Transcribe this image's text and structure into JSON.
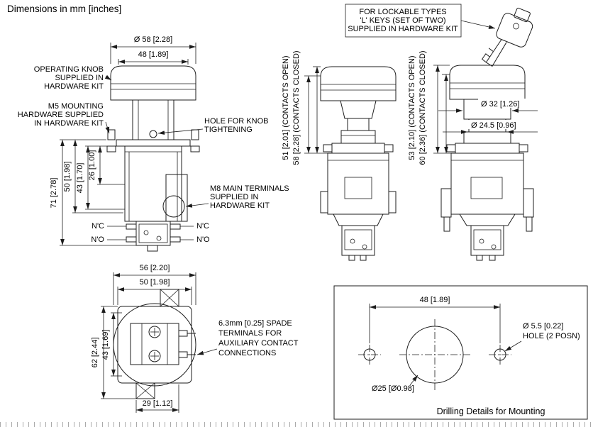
{
  "title": "Dimensions in mm [inches]",
  "front_view": {
    "dim_diameter_58": "Ø 58 [2.28]",
    "dim_width_48": "48 [1.89]",
    "operating_knob_label": [
      "OPERATING KNOB",
      "SUPPLIED IN",
      "HARDWARE KIT"
    ],
    "m5_label": [
      "M5 MOUNTING",
      "HARDWARE SUPPLIED",
      "IN HARDWARE KIT"
    ],
    "knob_hole_label": [
      "HOLE FOR KNOB",
      "TIGHTENING"
    ],
    "m8_label": [
      "M8 MAIN TERMINALS",
      "SUPPLIED IN",
      "HARDWARE KIT"
    ],
    "dim_26": "26 [1.00]",
    "dim_43": "43 [1.70]",
    "dim_50": "50 [1.98]",
    "dim_71": "71 [2.78]",
    "terminal_nc_left": "N'C",
    "terminal_no_left": "N'O",
    "terminal_nc_right": "N'C",
    "terminal_no_right": "N'O"
  },
  "side_view": {
    "dim_51": "51 [2.01] (CONTACTS OPEN)",
    "dim_58": "58 [2.28] (CONTACTS CLOSED)"
  },
  "lockable_view": {
    "lockable_label": [
      "FOR LOCKABLE TYPES",
      "'L' KEYS (SET OF TWO)",
      "SUPPLIED IN HARDWARE KIT"
    ],
    "dim_53": "53 [2.10] (CONTACTS OPEN)",
    "dim_60": "60 [2.36] (CONTACTS CLOSED)",
    "dim_diameter_32": "Ø 32 [1.26]",
    "dim_diameter_24_5": "Ø 24.5 [0.96]"
  },
  "bottom_view": {
    "dim_56": "56 [2.20]",
    "dim_50": "50 [1.98]",
    "dim_62": "62 [2.44]",
    "dim_43": "43 [1.69]",
    "dim_29": "29 [1.12]",
    "spade_label": [
      "6.3mm [0.25] SPADE",
      "TERMINALS FOR",
      "AUXILIARY CONTACT",
      "CONNECTIONS"
    ]
  },
  "drilling_panel": {
    "dim_48": "48 [1.89]",
    "hole_label": [
      "Ø 5.5 [0.22]",
      "HOLE (2 POSN)"
    ],
    "dim_diameter_25": "Ø25 [Ø0.98]",
    "caption": "Drilling Details for Mounting"
  }
}
